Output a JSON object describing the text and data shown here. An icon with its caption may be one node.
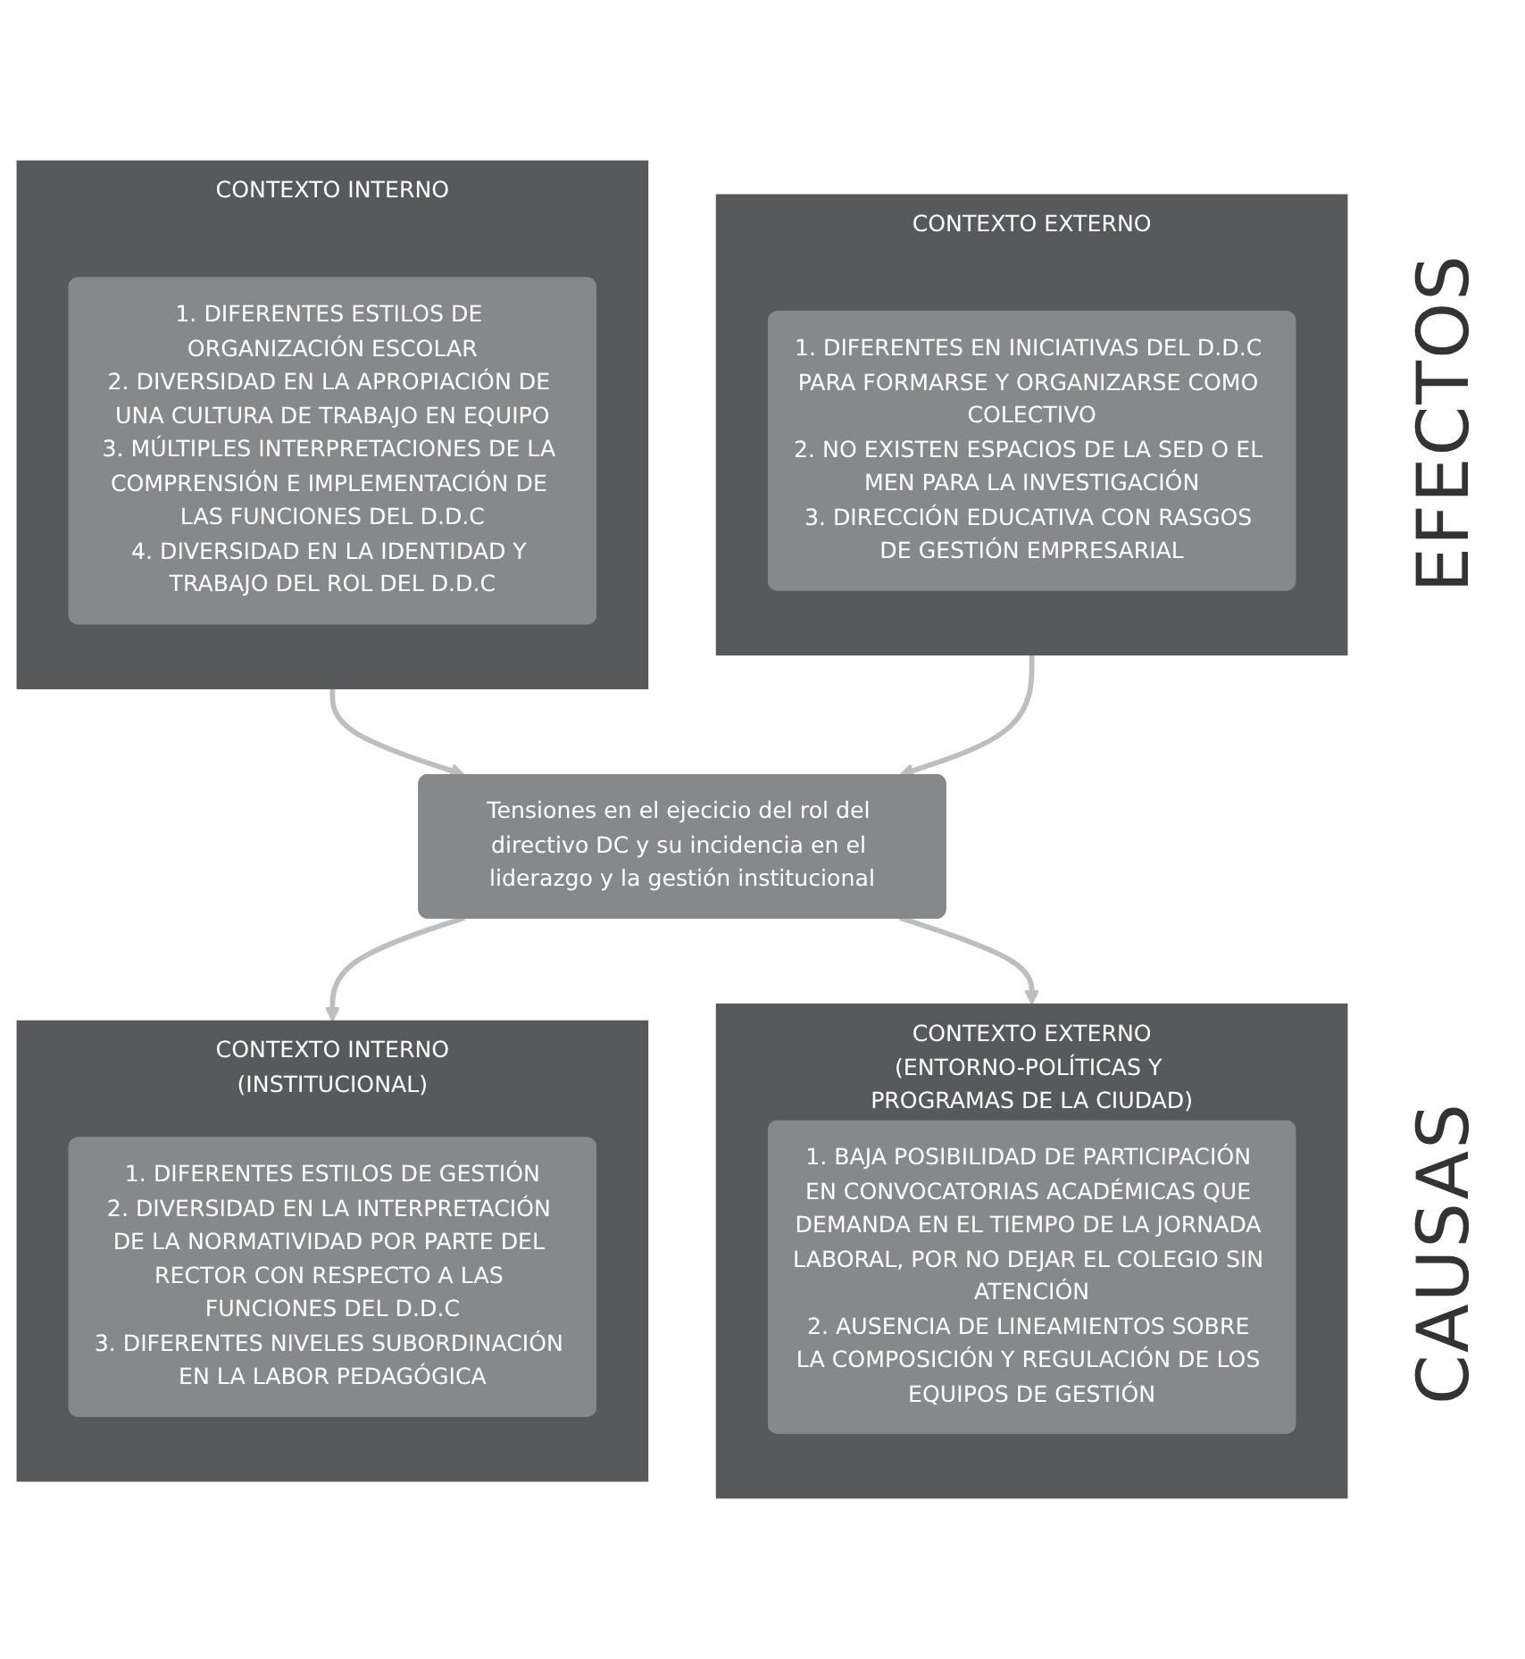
{
  "diagram": {
    "nodes": [
      {
        "text": [
          "CONTEXTO INTERNO"
        ]
      },
      {
        "text": [
          "1. DIFERENTES ESTILOS DE ORGANIZACIÓN ESCOLAR",
          "2. DIVERSIDAD EN LA APROPIACIÓN DE UNA CULTURA DE TRABAJO EN EQUIPO",
          "3. MÚLTIPLES INTERPRETACIONES DE LA COMPRENSIÓN E IMPLEMENTACIÓN DE LAS FUNCIONES DEL D.D.C",
          "4. DIVERSIDAD EN LA IDENTIDAD Y TRABAJO DEL ROL DEL D.D.C"
        ],
        "in": 0
      },
      {
        "text": [
          "CONTEXTO EXTERNO"
        ]
      },
      {
        "text": [
          "1. DIFERENTES EN INICIATIVAS DEL D.D.C PARA FORMARSE Y ORGANIZARSE COMO COLECTIVO",
          "2. NO EXISTEN ESPACIOS DE LA SED O EL MEN PARA LA INVESTIGACIÓN",
          "3. DIRECCIÓN EDUCATIVA CON RASGOS DE GESTIÓN EMPRESARIAL"
        ],
        "in": 2
      },
      {
        "text": [
          "Tensiones en el ejecicio del rol del directivo DC y su incidencia en el liderazgo y la gestión institucional"
        ]
      },
      {
        "text": [
          "CONTEXTO INTERNO",
          "(INSTITUCIONAL)"
        ]
      },
      {
        "text": [
          "1. DIFERENTES ESTILOS DE GESTIÓN",
          "2. DIVERSIDAD EN LA INTERPRETACIÓN DE LA NORMATIVIDAD POR PARTE DEL RECTOR CON RESPECTO A LAS FUNCIONES DEL D.D.C",
          "3. DIFERENTES NIVELES SUBORDINACIÓN EN LA LABOR PEDAGÓGICA"
        ],
        "in": 5
      },
      {
        "text": [
          "CONTEXTO EXTERNO",
          "(ENTORNO-POLÍTICAS Y PROGRAMAS DE LA CIUDAD)"
        ]
      },
      {
        "text": [
          "1. BAJA POSIBILIDAD DE PARTICIPACIÓN EN CONVOCATORIAS ACADÉMICAS QUE DEMANDA EN EL TIEMPO DE LA JORNADA LABORAL, POR NO DEJAR EL COLEGIO SIN ATENCIÓN",
          "2. AUSENCIA DE LINEAMIENTOS SOBRE LA COMPOSICIÓN Y REGULACIÓN DE LOS EQUIPOS DE GESTIÓN"
        ],
        "in": 7
      }
    ],
    "edges": [
      {
        "from": 0,
        "to": 4,
        "arrow": "to"
      },
      {
        "from": 2,
        "to": 4,
        "arrow": "to"
      },
      {
        "from": 4,
        "to": 5,
        "arrow": "to"
      },
      {
        "from": 4,
        "to": 7,
        "arrow": "to"
      }
    ],
    "labels": [
      "EFECTOS",
      "CAUSAS"
    ]
  }
}
